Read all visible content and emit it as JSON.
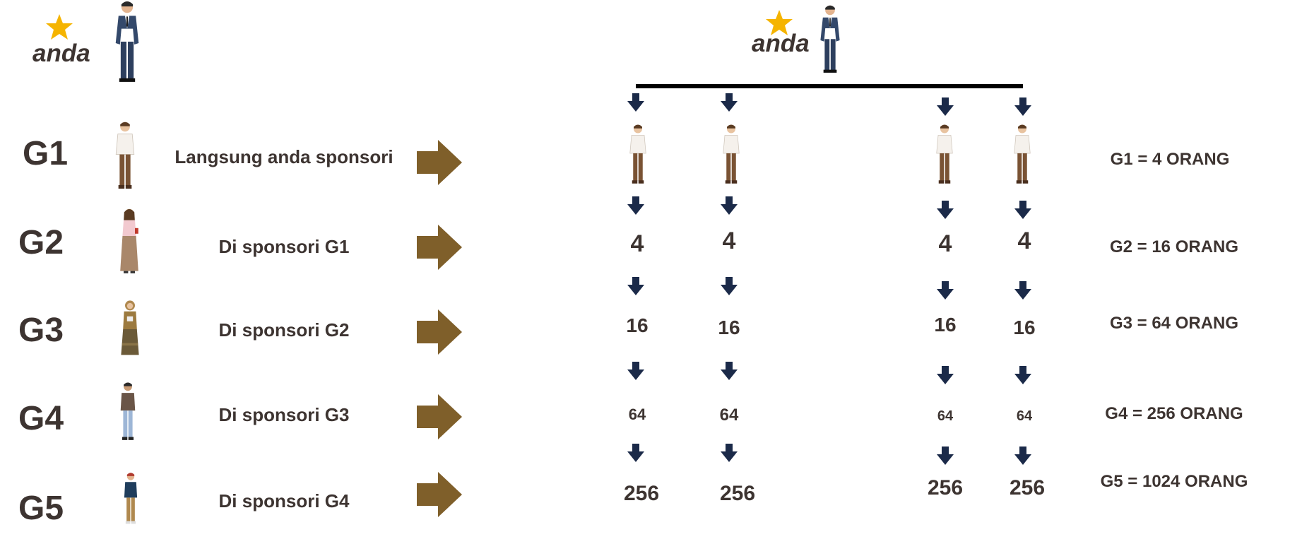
{
  "top_left": {
    "label": "anda",
    "star_icon": "star-icon",
    "person_icon": "businessman-icon"
  },
  "top_center": {
    "label": "anda",
    "star_icon": "star-icon",
    "person_icon": "businessman-icon"
  },
  "generations": [
    {
      "label": "G1",
      "desc": "Langsung anda sponsori",
      "total": "G1 = 4 ORANG",
      "person_icon": "man-white-shirt-icon"
    },
    {
      "label": "G2",
      "desc": "Di sponsori G1",
      "total": "G2 = 16 ORANG",
      "person_icon": "woman-long-skirt-icon"
    },
    {
      "label": "G3",
      "desc": "Di sponsori G2",
      "total": "G3 = 64 ORANG",
      "person_icon": "woman-hijab-icon"
    },
    {
      "label": "G4",
      "desc": "Di sponsori G3",
      "total": "G4 = 256 ORANG",
      "person_icon": "man-casual-icon"
    },
    {
      "label": "G5",
      "desc": "Di sponsori G4",
      "total": "G5 = 1024 ORANG",
      "person_icon": "man-polo-icon"
    }
  ],
  "tree_columns": [
    {
      "values": [
        "4",
        "16",
        "64",
        "256"
      ]
    },
    {
      "values": [
        "4",
        "16",
        "64",
        "256"
      ]
    },
    {
      "values": [
        "4",
        "16",
        "64",
        "256"
      ]
    },
    {
      "values": [
        "4",
        "16",
        "64",
        "256"
      ]
    }
  ],
  "colors": {
    "text": "#3d3431",
    "arrow_brown": "#7f5f2a",
    "arrow_navy": "#1b2a49",
    "star": "#f5b400"
  }
}
